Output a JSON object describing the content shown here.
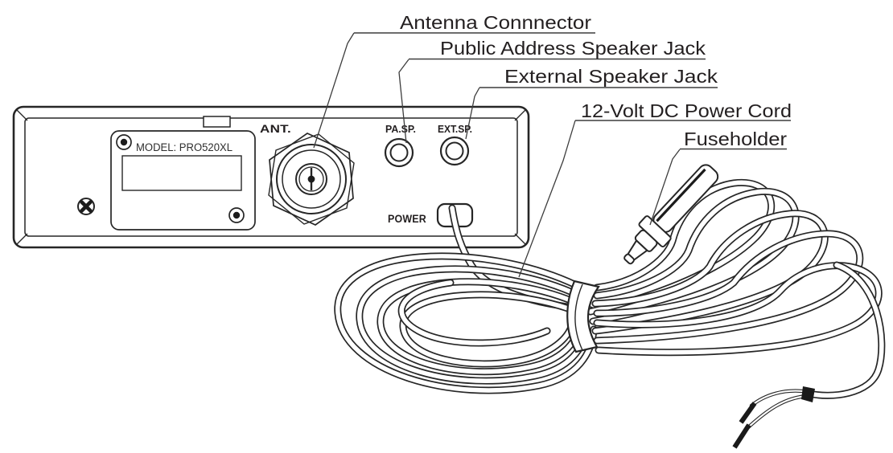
{
  "callouts": [
    {
      "text": "Antenna Connnector"
    },
    {
      "text": "Public Address Speaker Jack"
    },
    {
      "text": "External Speaker Jack"
    },
    {
      "text": "12-Volt DC Power Cord"
    },
    {
      "text": "Fuseholder"
    }
  ],
  "panel": {
    "model_label": "MODEL: PRO520XL",
    "antenna_label": "ANT.",
    "pa_speaker_label": "PA.SP.",
    "ext_speaker_label": "EXT.SP.",
    "power_label": "POWER"
  },
  "colors": {
    "background": "#ffffff",
    "line": "#262626",
    "text": "#231f20"
  }
}
